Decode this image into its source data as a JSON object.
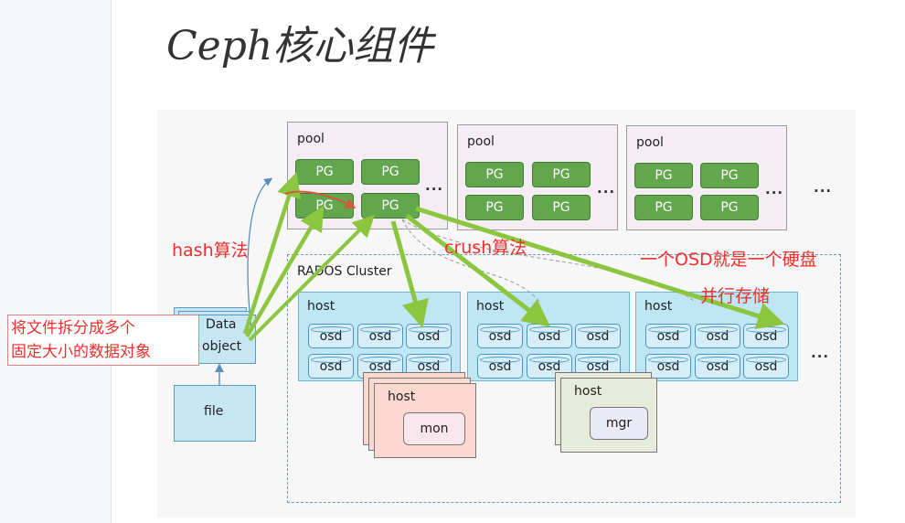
{
  "slide": {
    "title": "Ceph核心组件"
  },
  "diagram": {
    "pool_label": "pool",
    "pg_label": "PG",
    "ellipsis": "...",
    "cluster_label": "RADOS Cluster",
    "host_label": "host",
    "osd_label": "osd",
    "mon_label": "mon",
    "mgr_label": "mgr",
    "data_object_line1": "Data",
    "data_object_line2": "object",
    "file_label": "file"
  },
  "annotations": {
    "hash": "hash算法",
    "crush": "crush算法",
    "osd_disk": "一个OSD就是一个硬盘",
    "parallel": "并行存储",
    "split_line1": "将文件拆分成多个",
    "split_line2": "固定大小的数据对象"
  },
  "colors": {
    "pool_bg": "#f4eef4",
    "pg_green": "#62a64e",
    "host_blue": "#bfe6f5",
    "mon_card": "#fbd9d0",
    "mgr_card": "#e6ecd9",
    "arrow_green": "#8cc63f",
    "annotation_red": "#f0302d"
  }
}
